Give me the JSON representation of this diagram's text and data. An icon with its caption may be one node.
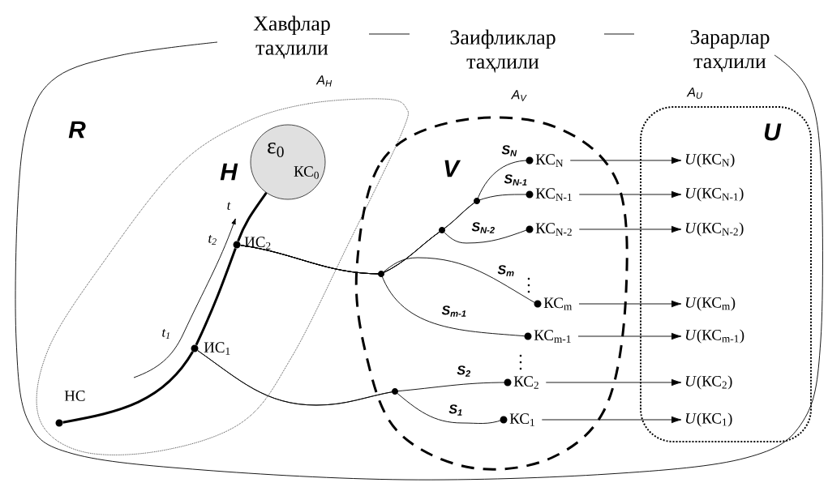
{
  "diagram": {
    "nodes": [
      {
        "text": [
          "R"
        ]
      },
      {
        "text": [
          "A$_{H}$",
          "H"
        ],
        "in": 0
      },
      {
        "text": [
          "ε$_{0}$",
          "КС$_{0}$"
        ],
        "in": 1
      },
      {
        "text": [
          "НС"
        ],
        "in": 1
      },
      {
        "text": [
          "ИС$_{1}$"
        ],
        "in": 1
      },
      {
        "text": [
          "ИС$_{2}$"
        ],
        "in": 1
      },
      {
        "text": [
          "A$_{V}$",
          "V"
        ],
        "in": 0
      },
      {
        "text": [
          "КС$_{N}$"
        ],
        "in": 6
      },
      {
        "text": [
          "КС$_{N-1}$"
        ],
        "in": 6
      },
      {
        "text": [
          "КС$_{N-2}$"
        ],
        "in": 6
      },
      {
        "text": [
          "КС$_{m}$"
        ],
        "in": 6
      },
      {
        "text": [
          "КС$_{m-1}$"
        ],
        "in": 6
      },
      {
        "text": [
          "КС$_{2}$"
        ],
        "in": 6
      },
      {
        "text": [
          "КС$_{1}$"
        ],
        "in": 6
      },
      {
        "text": [
          "A$_{U}$",
          "U"
        ],
        "in": 0
      },
      {
        "text": [
          "*U*(КС$_{N}$)"
        ],
        "in": 14
      },
      {
        "text": [
          "*U*(КС$_{N-1}$)"
        ],
        "in": 14
      },
      {
        "text": [
          "*U*(КС$_{N-2}$)"
        ],
        "in": 14
      },
      {
        "text": [
          "*U*(КС$_{m}$)"
        ],
        "in": 14
      },
      {
        "text": [
          "*U*(КС$_{m-1}$)"
        ],
        "in": 14
      },
      {
        "text": [
          "*U*(КС$_{2}$)"
        ],
        "in": 14
      },
      {
        "text": [
          "*U*(КС$_{1}$)"
        ],
        "in": 14
      }
    ],
    "edges": [
      {
        "from": 3,
        "to": 4,
        "arrow": "none",
        "style": "thick"
      },
      {
        "from": 4,
        "to": 5,
        "arrow": "none",
        "style": "thick"
      },
      {
        "from": 5,
        "to": 2,
        "arrow": "none",
        "style": "thick"
      },
      {
        "from": 5,
        "to": 7,
        "arrow": "none",
        "label": "S$_{N}$"
      },
      {
        "from": 5,
        "to": 8,
        "arrow": "none",
        "label": "S$_{N-1}$"
      },
      {
        "from": 5,
        "to": 9,
        "arrow": "none",
        "label": "S$_{N-2}$"
      },
      {
        "from": 5,
        "to": 10,
        "arrow": "none",
        "label": "S$_{m}$"
      },
      {
        "from": 5,
        "to": 11,
        "arrow": "none",
        "label": "S$_{m-1}$"
      },
      {
        "from": 4,
        "to": 12,
        "arrow": "none",
        "label": "S$_{2}$"
      },
      {
        "from": 4,
        "to": 13,
        "arrow": "none",
        "label": "S$_{1}$"
      },
      {
        "from": 7,
        "to": 15,
        "arrow": "to"
      },
      {
        "from": 8,
        "to": 16,
        "arrow": "to"
      },
      {
        "from": 9,
        "to": 17,
        "arrow": "to"
      },
      {
        "from": 10,
        "to": 18,
        "arrow": "to"
      },
      {
        "from": 11,
        "to": 19,
        "arrow": "to"
      },
      {
        "from": 12,
        "to": 20,
        "arrow": "to"
      },
      {
        "from": 13,
        "to": 21,
        "arrow": "to"
      }
    ],
    "labels": [
      "Хавфлар таҳлили",
      "Заифликлар таҳлили",
      "Зарарлар таҳлили",
      "t",
      "t$_{2}$",
      "t$_{1}$"
    ]
  }
}
